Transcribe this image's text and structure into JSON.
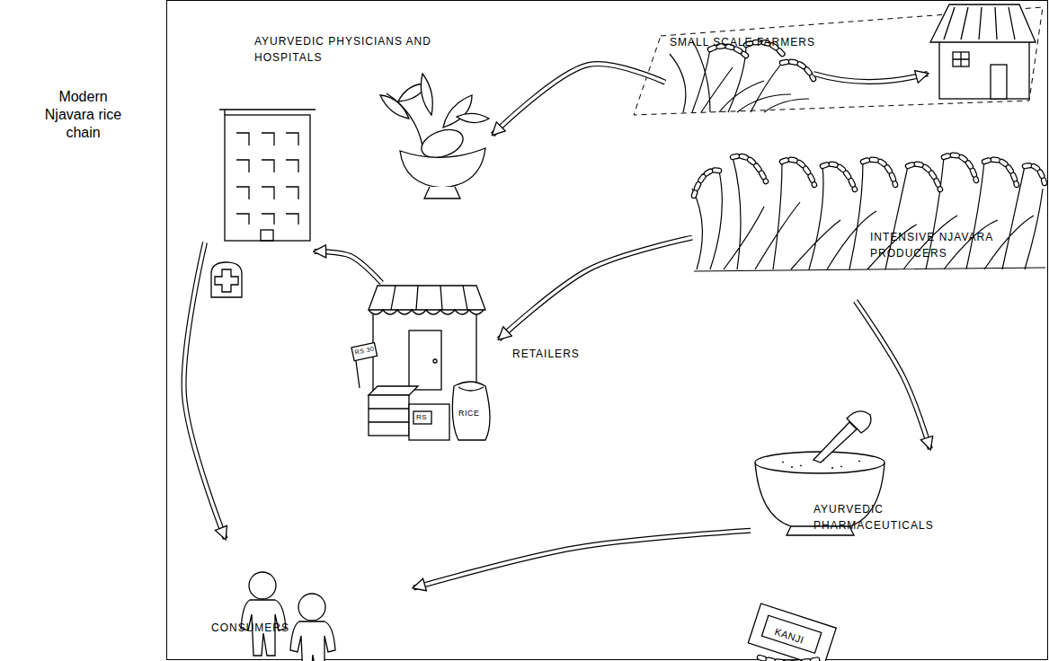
{
  "diagram": {
    "title": "Modern Njavara rice chain",
    "nodes": [
      {
        "text": [
          "AYURVEDIC PHYSICIANS AND HOSPITALS"
        ]
      },
      {
        "text": [
          "SMALL SCALE FARMERS"
        ]
      },
      {
        "text": [
          "INTENSIVE NJAVARA PRODUCERS"
        ]
      },
      {
        "text": [
          "RETAILERS"
        ]
      },
      {
        "text": [
          "AYURVEDIC PHARMACEUTICALS"
        ]
      },
      {
        "text": [
          "CONSUMERS"
        ]
      }
    ],
    "edges": [
      {
        "from": 1,
        "to": 0,
        "arrow": "to"
      },
      {
        "from": 2,
        "to": 3,
        "arrow": "to"
      },
      {
        "from": 2,
        "to": 4,
        "arrow": "to"
      },
      {
        "from": 3,
        "to": 0,
        "arrow": "to"
      },
      {
        "from": 0,
        "to": 5,
        "arrow": "to"
      },
      {
        "from": 4,
        "to": 5,
        "arrow": "to"
      }
    ],
    "labels": [
      "RS 30",
      "RS",
      "RICE",
      "KANJI"
    ]
  }
}
